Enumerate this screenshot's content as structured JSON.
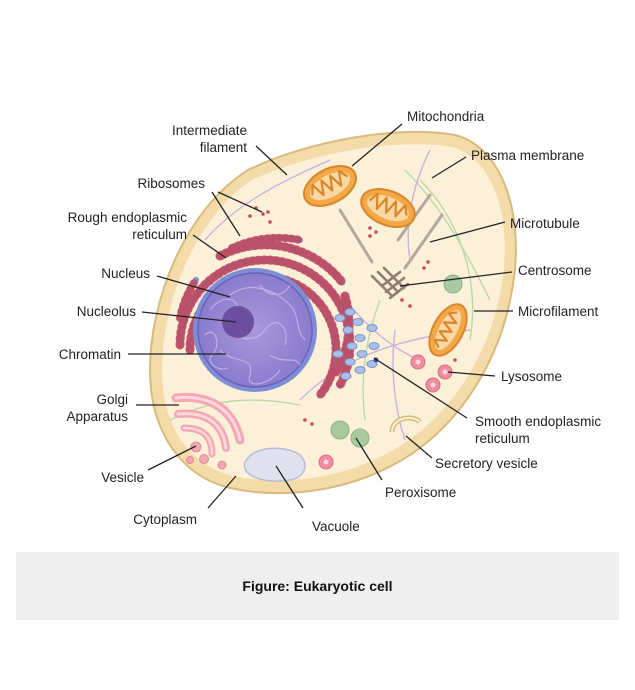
{
  "labels": {
    "intermediate_filament_1": "Intermediate",
    "intermediate_filament_2": "filament",
    "ribosomes": "Ribosomes",
    "rough_er_1": "Rough endoplasmic",
    "rough_er_2": "reticulum",
    "nucleus": "Nucleus",
    "nucleolus": "Nucleolus",
    "chromatin": "Chromatin",
    "golgi_1": "Golgi",
    "golgi_2": "Apparatus",
    "vesicle": "Vesicle",
    "cytoplasm": "Cytoplasm",
    "vacuole": "Vacuole",
    "peroxisome": "Peroxisome",
    "secretory_vesicle": "Secretory vesicle",
    "smooth_er_1": "Smooth endoplasmic",
    "smooth_er_2": "reticulum",
    "lysosome": "Lysosome",
    "microfilament": "Microfilament",
    "centrosome": "Centrosome",
    "microtubule": "Microtubule",
    "plasma_membrane": "Plasma membrane",
    "mitochondria": "Mitochondria"
  },
  "caption": "Figure: Eukaryotic cell",
  "colors": {
    "cytoplasm": "#fdf0d8",
    "membrane": "#f2d9a4",
    "nucleus": "#8e7fd0",
    "rough_er": "#7f8fd8",
    "ribosome": "#c84a5c",
    "mitochondria": "#f0a64a",
    "golgi": "#f4a9b4",
    "vacuole": "#dfe2ee",
    "peroxisome": "#a9c9a0",
    "lysosome": "#ee8ea0",
    "smooth_er": "#9cb4e0",
    "caption_bg": "#efefef"
  }
}
